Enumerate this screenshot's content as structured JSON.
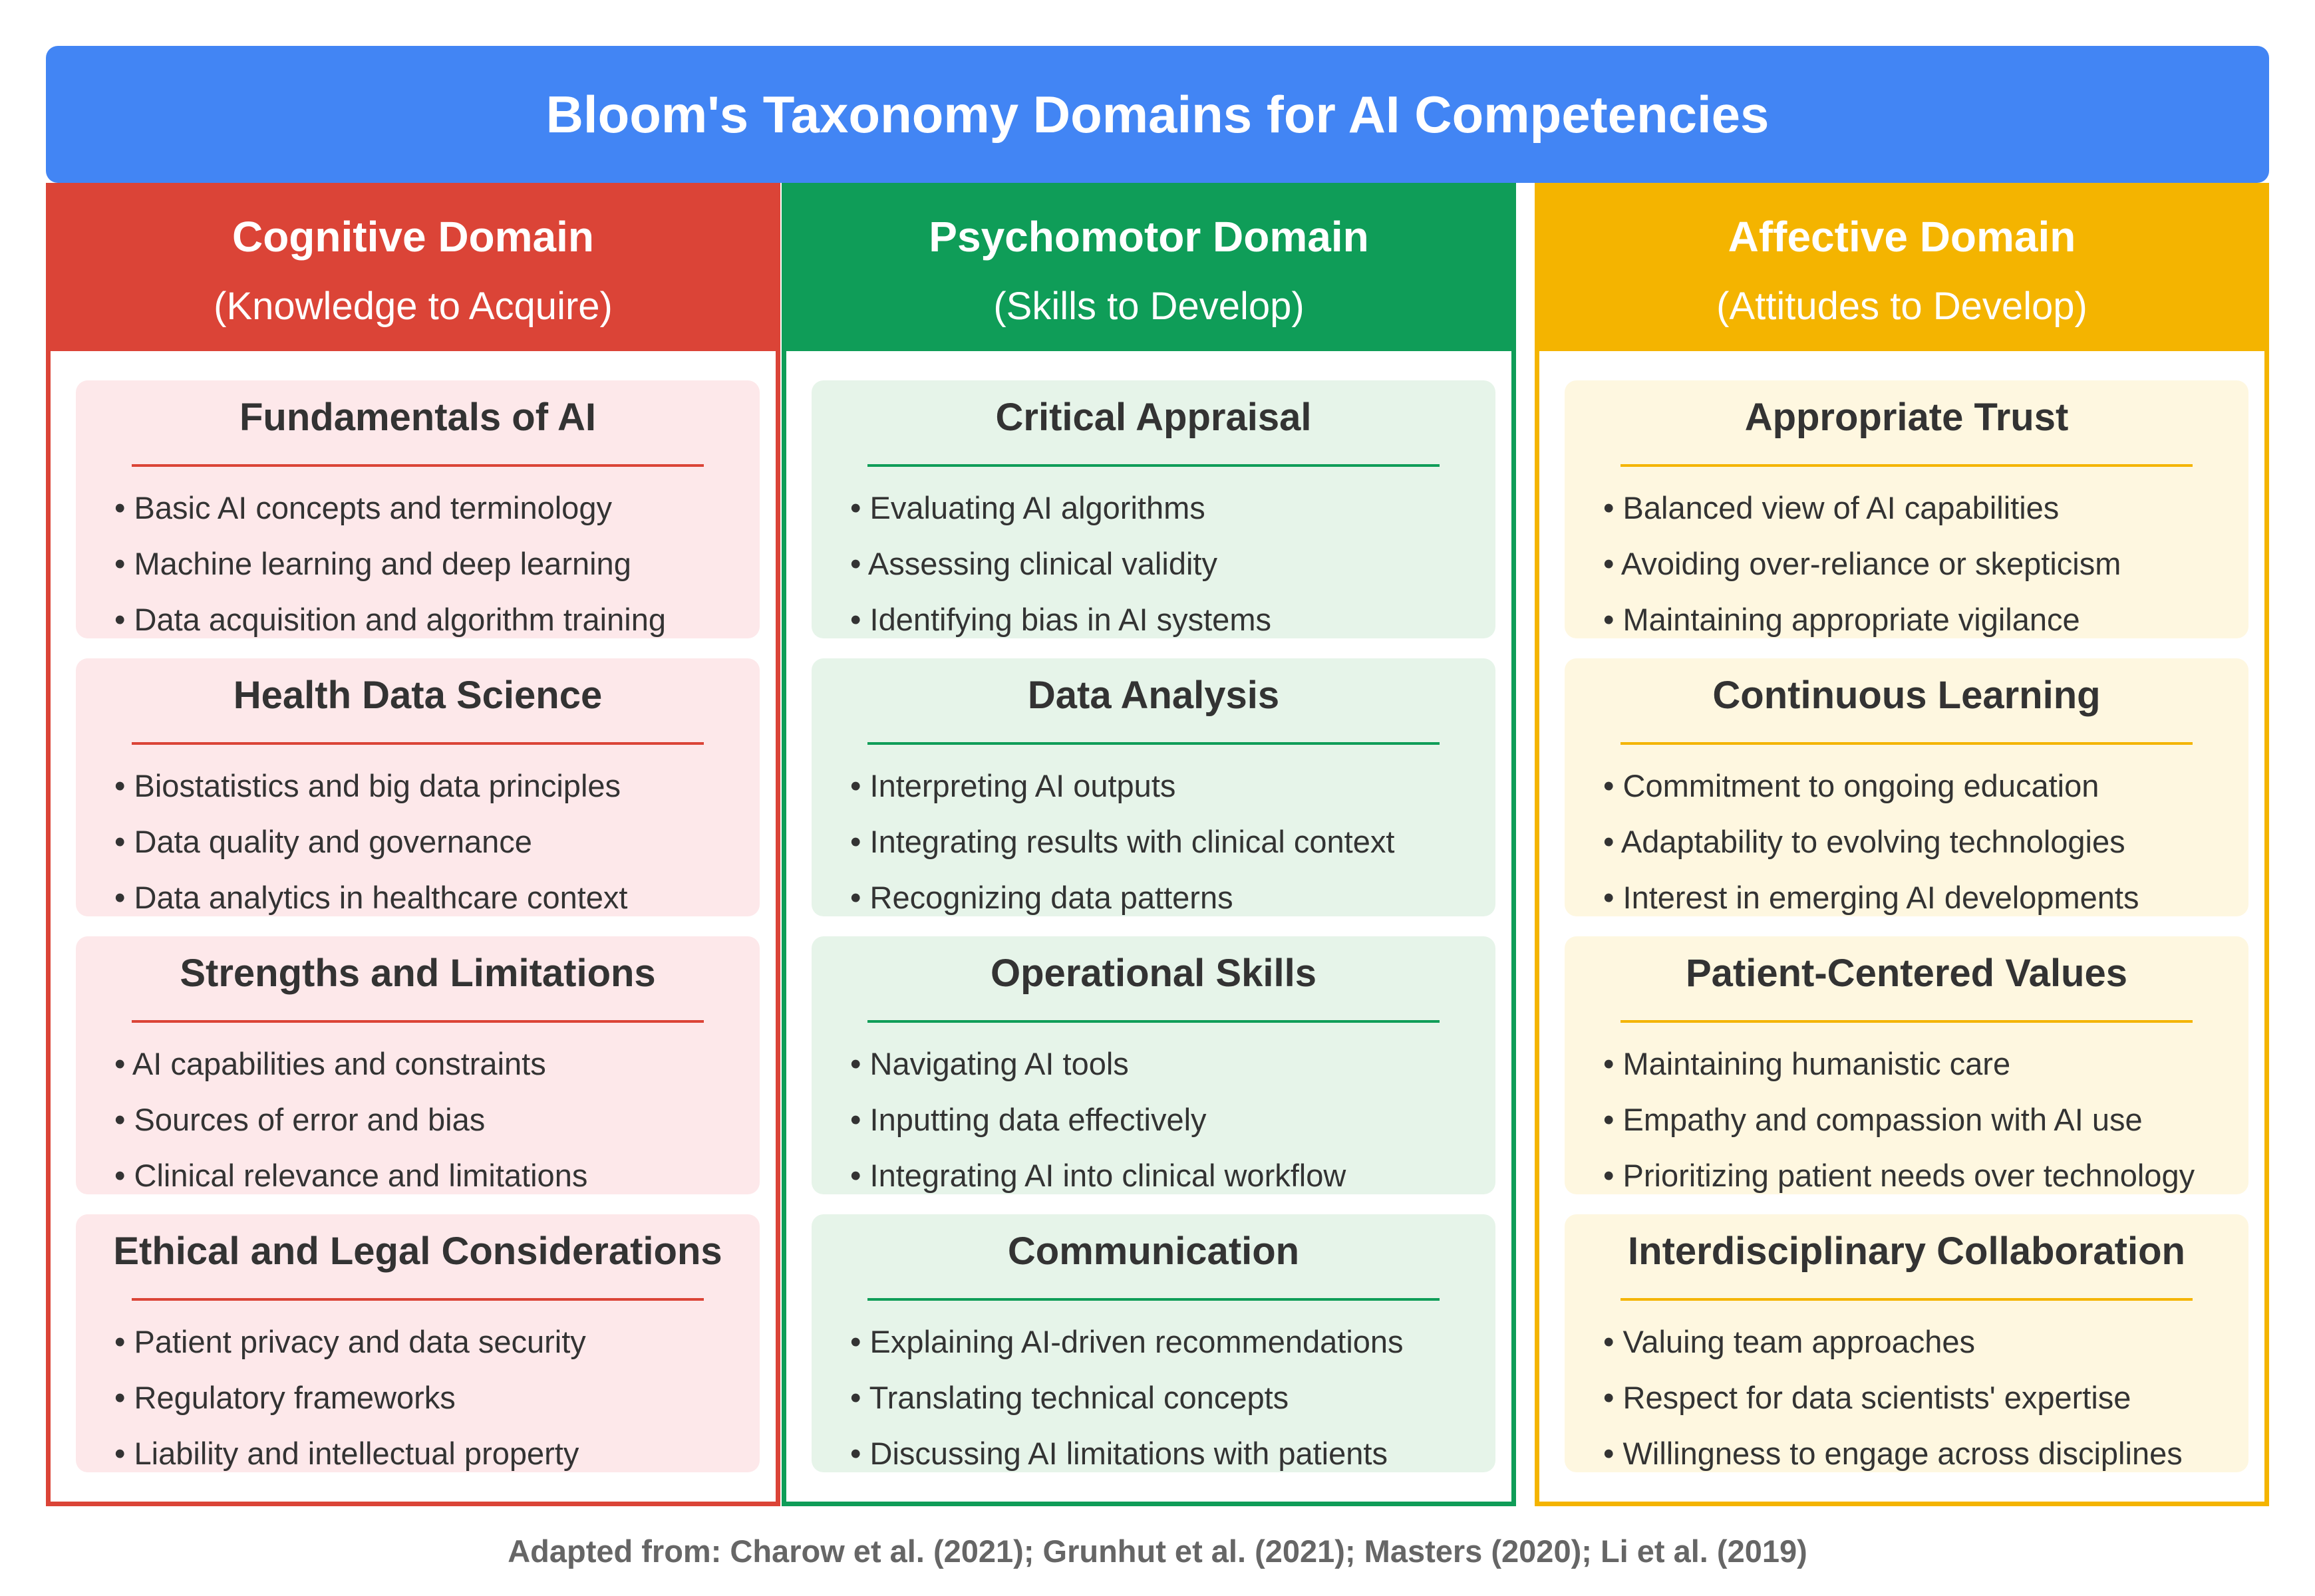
{
  "title": "Bloom's Taxonomy Domains for AI Competencies",
  "footer": "Adapted from: Charow et al. (2021); Grunhut et al. (2021); Masters (2020); Li et al. (2019)",
  "colors": {
    "title_bg": "#4285f4",
    "cognitive": "#db4437",
    "cognitive_card": "#fde8ea",
    "psychomotor": "#0f9d58",
    "psychomotor_card": "#e6f4e9",
    "affective": "#f4b400",
    "affective_card": "#fef7e0"
  },
  "columns": [
    {
      "title": "Cognitive Domain",
      "subtitle": "(Knowledge to Acquire)",
      "cards": [
        {
          "title": "Fundamentals of AI",
          "items": [
            "Basic AI concepts and terminology",
            "Machine learning and deep learning",
            "Data acquisition and algorithm training"
          ]
        },
        {
          "title": "Health Data Science",
          "items": [
            "Biostatistics and big data principles",
            "Data quality and governance",
            "Data analytics in healthcare context"
          ]
        },
        {
          "title": "Strengths and Limitations",
          "items": [
            "AI capabilities and constraints",
            "Sources of error and bias",
            "Clinical relevance and limitations"
          ]
        },
        {
          "title": "Ethical and Legal Considerations",
          "items": [
            "Patient privacy and data security",
            "Regulatory frameworks",
            "Liability and intellectual property"
          ]
        }
      ]
    },
    {
      "title": "Psychomotor Domain",
      "subtitle": "(Skills to Develop)",
      "cards": [
        {
          "title": "Critical Appraisal",
          "items": [
            "Evaluating AI algorithms",
            "Assessing clinical validity",
            "Identifying bias in AI systems"
          ]
        },
        {
          "title": "Data Analysis",
          "items": [
            "Interpreting AI outputs",
            "Integrating results with clinical context",
            "Recognizing data patterns"
          ]
        },
        {
          "title": "Operational Skills",
          "items": [
            "Navigating AI tools",
            "Inputting data effectively",
            "Integrating AI into clinical workflow"
          ]
        },
        {
          "title": "Communication",
          "items": [
            "Explaining AI-driven recommendations",
            "Translating technical concepts",
            "Discussing AI limitations with patients"
          ]
        }
      ]
    },
    {
      "title": "Affective Domain",
      "subtitle": "(Attitudes to Develop)",
      "cards": [
        {
          "title": "Appropriate Trust",
          "items": [
            "Balanced view of AI capabilities",
            "Avoiding over-reliance or skepticism",
            "Maintaining appropriate vigilance"
          ]
        },
        {
          "title": "Continuous Learning",
          "items": [
            "Commitment to ongoing education",
            "Adaptability to evolving technologies",
            "Interest in emerging AI developments"
          ]
        },
        {
          "title": "Patient-Centered Values",
          "items": [
            "Maintaining humanistic care",
            "Empathy and compassion with AI use",
            "Prioritizing patient needs over technology"
          ]
        },
        {
          "title": "Interdisciplinary Collaboration",
          "items": [
            "Valuing team approaches",
            "Respect for data scientists' expertise",
            "Willingness to engage across disciplines"
          ]
        }
      ]
    }
  ]
}
